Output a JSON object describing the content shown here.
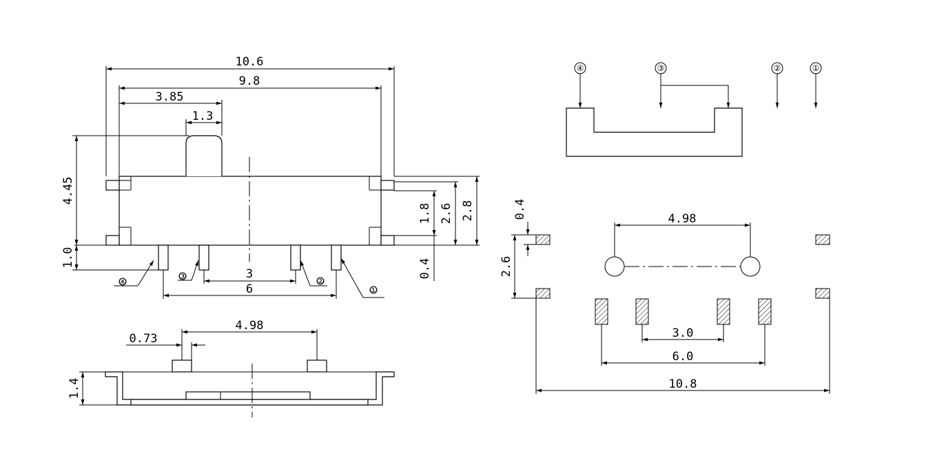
{
  "front_view": {
    "overall_length": "10.6",
    "body_length": "9.8",
    "actuator_offset": "3.85",
    "actuator_width": "1.3",
    "total_height": "4.45",
    "base_height": "1.0",
    "terminal_span_18": "1.8",
    "terminal_span_26": "2.6",
    "terminal_span_28": "2.8",
    "terminal_offset": "0.4",
    "pin_pitch_inner": "3",
    "pin_pitch_outer": "6",
    "pin_labels": [
      "④",
      "③",
      "②",
      "①"
    ]
  },
  "bottom_view": {
    "actuator_width": "0.73",
    "mounting_pitch": "4.98",
    "height": "1.4"
  },
  "pin_view": {
    "pin_labels": [
      "④",
      "③",
      "②",
      "①"
    ]
  },
  "pcb_layout": {
    "pad_size": "0.4",
    "pad_vertical_pitch": "2.6",
    "hole_pitch": "4.98",
    "pin_pitch_inner": "3.0",
    "pin_pitch_outer": "6.0",
    "overall_width": "10.8"
  }
}
